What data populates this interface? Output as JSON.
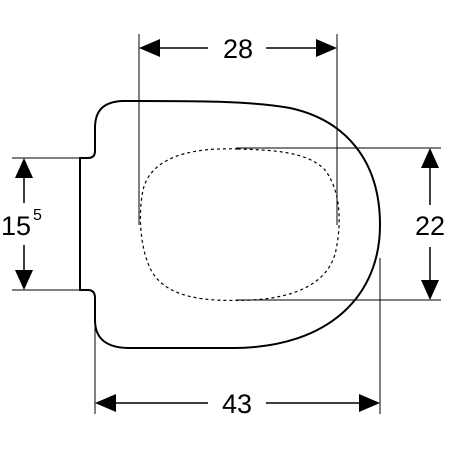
{
  "dimensions": {
    "top_width": "28",
    "bottom_width": "43",
    "right_height": "22",
    "left_height_main": "15",
    "left_height_sup": "5"
  }
}
